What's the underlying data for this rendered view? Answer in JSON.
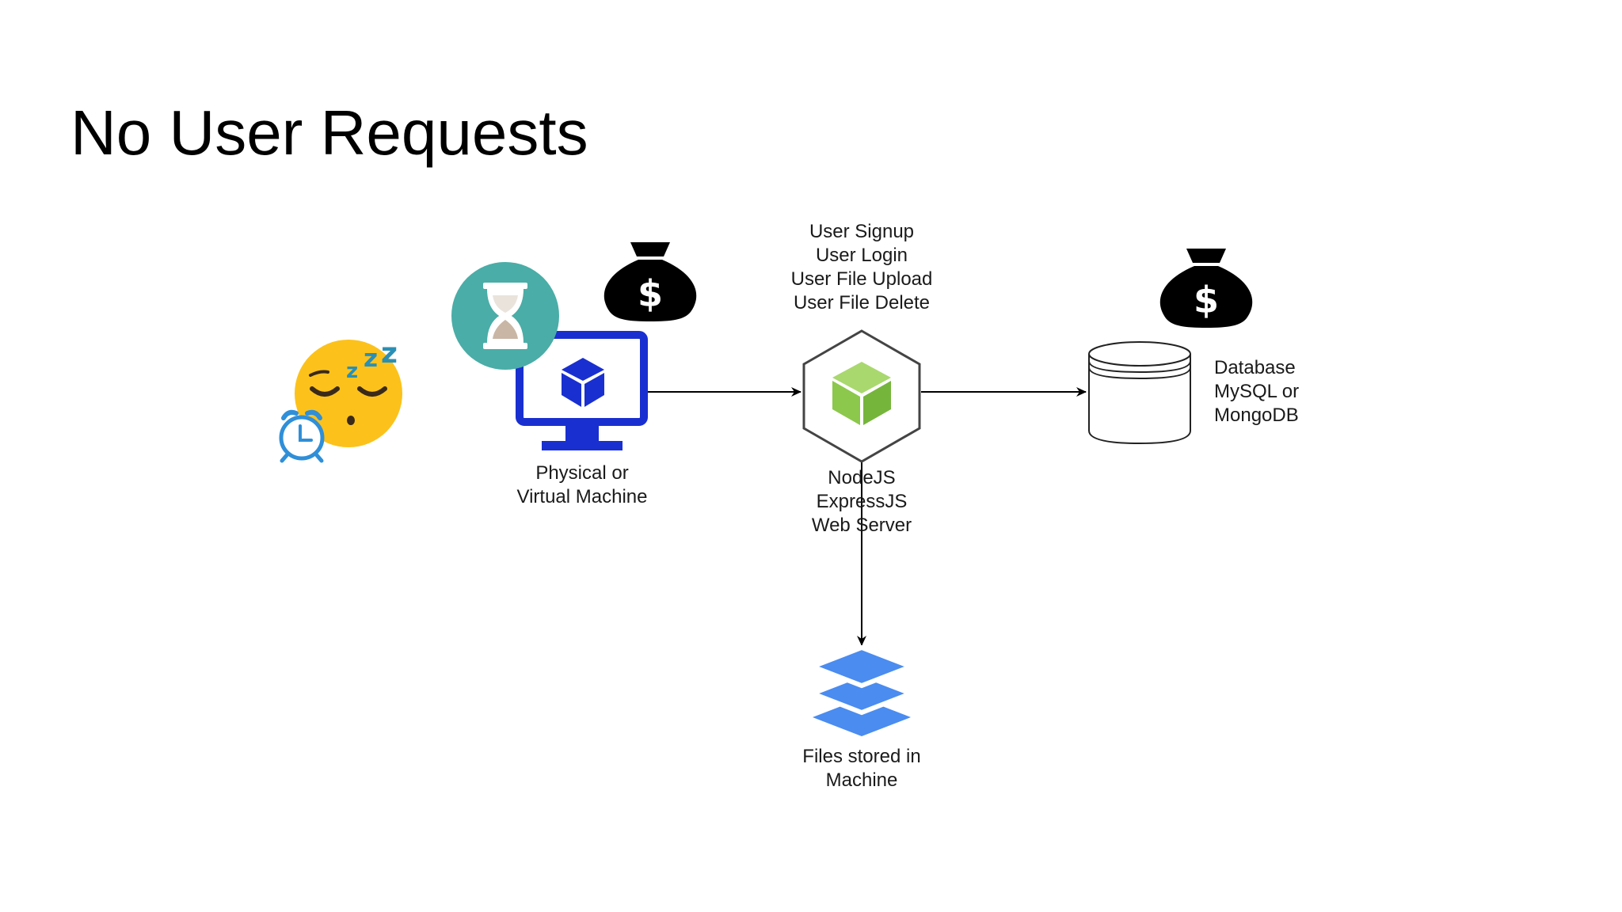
{
  "slide": {
    "title": "No User Requests"
  },
  "diagram": {
    "machine": {
      "label_lines": [
        "Physical or",
        "Virtual Machine"
      ]
    },
    "server": {
      "features": [
        "User Signup",
        "User Login",
        "User File Upload",
        "User File Delete"
      ],
      "label_lines": [
        "NodeJS",
        "ExpressJS",
        "Web Server"
      ]
    },
    "database": {
      "label_lines": [
        "Database",
        "MySQL or",
        "MongoDB"
      ]
    },
    "storage": {
      "label_lines": [
        "Files stored in",
        "Machine"
      ]
    },
    "icons": {
      "sleeping": "sleeping-face-icon",
      "alarm": "alarm-clock-icon",
      "hourglass": "hourglass-icon",
      "money_bag": "money-bag-icon",
      "monitor": "monitor-icon",
      "nodejs": "nodejs-hexagon-icon",
      "database": "database-cylinder-icon",
      "storage": "stacked-layers-icon"
    },
    "colors": {
      "monitor_blue": "#1a2fd0",
      "hourglass_teal": "#4aada7",
      "node_green": "#8cc84b",
      "layers_blue": "#4a8cf0",
      "emoji_yellow": "#fcc21b",
      "zzz_teal": "#2a8fb5",
      "alarm_blue": "#2f8fd8"
    }
  }
}
